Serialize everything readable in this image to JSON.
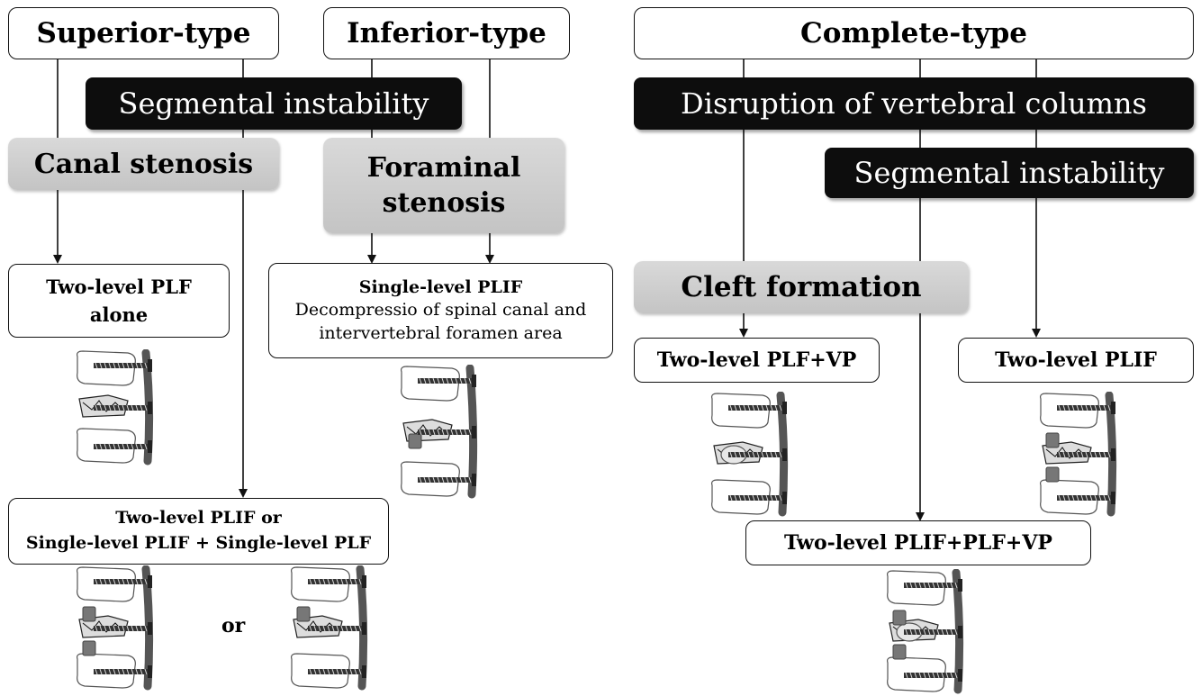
{
  "left": {
    "superior_type": "Superior-type",
    "inferior_type": "Inferior-type",
    "segmental_instability": "Segmental instability",
    "canal_stenosis": "Canal stenosis",
    "foraminal_stenosis_line1": "Foraminal",
    "foraminal_stenosis_line2": "stenosis",
    "two_level_plf_line1": "Two-level PLF",
    "two_level_plf_line2": "alone",
    "single_level_plif_title": "Single-level PLIF",
    "single_level_plif_desc1": "Decompressio of spinal canal and",
    "single_level_plif_desc2": "intervertebral foramen area",
    "combo_line1": "Two-level PLIF or",
    "combo_line2": "Single-level PLIF + Single-level PLF",
    "or_text": "or"
  },
  "right": {
    "complete_type": "Complete-type",
    "disruption": "Disruption of vertebral columns",
    "segmental_instability": "Segmental instability",
    "cleft_formation": "Cleft formation",
    "two_level_plf_vp": "Two-level PLF+VP",
    "two_level_plif": "Two-level PLIF",
    "two_level_plif_plf_vp": "Two-level PLIF+PLF+VP"
  },
  "colors": {
    "dark_box": "#0d0d0d",
    "gray_box": "#cfcfcf",
    "line": "#111111"
  }
}
